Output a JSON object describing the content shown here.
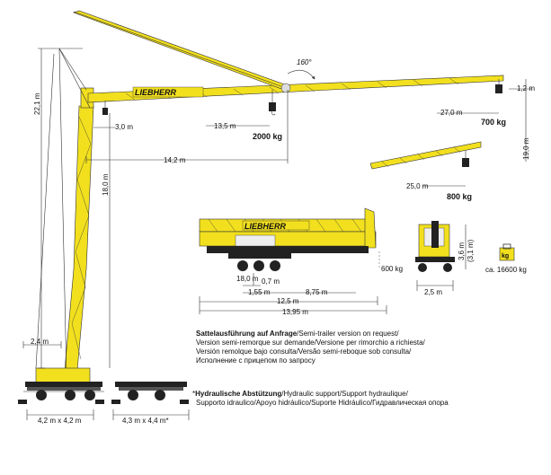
{
  "brand": "LIEBHERR",
  "dimensions": {
    "height_hook": "22,1 m",
    "jib_section_1_2": "1,2 m",
    "radius_27": "27,0 m",
    "load_700": "700 kg",
    "radius_13_5": "13,5 m",
    "load_2000": "2000 kg",
    "offset_3_0": "3,0 m",
    "radius_14_2": "14,2 m",
    "height_18": "18,0 m",
    "height_19": "19,0 m",
    "rotation": "160°",
    "radius_25": "25,0 m",
    "load_800": "800 kg",
    "base_2_4": "2,4 m",
    "support_4_2": "4,2 m x 4,2 m",
    "support_4_3": "4,3 m x 4,4 m*",
    "transport_18": "18,0 m",
    "transport_0_7": "0,7 m",
    "transport_1_55": "1,55 m",
    "transport_8_75": "8,75 m",
    "transport_12_5": "12,5 m",
    "transport_13_95": "13,95 m",
    "transport_600": "600 kg",
    "height_3_6": "3,6 m",
    "height_3_1": "(3,1 m)",
    "width_2_5": "2,5 m",
    "weight_kg_icon": "kg",
    "weight_total": "ca. 16600 kg"
  },
  "notes": {
    "semi_trailer_bold": "Sattelausführung auf Anfrage",
    "semi_trailer_rest": "/Semi-trailer version on request/",
    "semi_trailer_line2": "Version semi-remorque sur demande/Versione per rimorchio a richiesta/",
    "semi_trailer_line3": "Versión remolque bajo consulta/Versão semi-reboque sob consulta/",
    "semi_trailer_line4": "Исполнение с прицепом по запросу",
    "hydraulic_star": "*",
    "hydraulic_bold": "Hydraulische Abstützung",
    "hydraulic_rest": "/Hydraulic support/Support hydraulique/",
    "hydraulic_line2": "Supporto idraulico/Apoyo hidráulico/Suporte Hidráulico/Гидравлическая опора"
  }
}
